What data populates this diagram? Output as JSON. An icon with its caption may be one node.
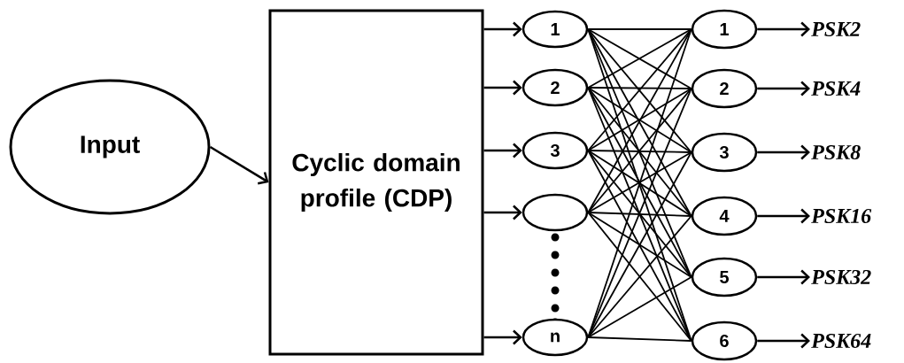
{
  "diagram": {
    "nodes": [
      {
        "text": [
          "Input"
        ]
      },
      {
        "text": [
          "Cyclic domain profile (CDP)"
        ]
      },
      {
        "text": [
          "1"
        ]
      },
      {
        "text": [
          "2"
        ]
      },
      {
        "text": [
          "3"
        ]
      },
      {
        "text": [],
        "shape": "circle"
      },
      {
        "text": [
          "n"
        ]
      },
      {
        "text": [
          "1"
        ]
      },
      {
        "text": [
          "2"
        ]
      },
      {
        "text": [
          "3"
        ]
      },
      {
        "text": [
          "4"
        ]
      },
      {
        "text": [
          "5"
        ]
      },
      {
        "text": [
          "6"
        ]
      },
      {
        "text": [
          "PSK2"
        ]
      },
      {
        "text": [
          "PSK4"
        ]
      },
      {
        "text": [
          "PSK8"
        ]
      },
      {
        "text": [
          "PSK16"
        ]
      },
      {
        "text": [
          "PSK32"
        ]
      },
      {
        "text": [
          "PSK64"
        ]
      }
    ],
    "edges": [
      {
        "from": 0,
        "to": 1,
        "arrow": "to"
      },
      {
        "from": 1,
        "to": 2,
        "arrow": "to"
      },
      {
        "from": 1,
        "to": 3,
        "arrow": "to"
      },
      {
        "from": 1,
        "to": 4,
        "arrow": "to"
      },
      {
        "from": 1,
        "to": 5,
        "arrow": "to"
      },
      {
        "from": 1,
        "to": 6,
        "arrow": "to"
      },
      {
        "from": 2,
        "to": 7,
        "arrow": "none"
      },
      {
        "from": 2,
        "to": 8,
        "arrow": "none"
      },
      {
        "from": 2,
        "to": 9,
        "arrow": "none"
      },
      {
        "from": 2,
        "to": 10,
        "arrow": "none"
      },
      {
        "from": 2,
        "to": 11,
        "arrow": "none"
      },
      {
        "from": 2,
        "to": 12,
        "arrow": "none"
      },
      {
        "from": 3,
        "to": 7,
        "arrow": "none"
      },
      {
        "from": 3,
        "to": 8,
        "arrow": "none"
      },
      {
        "from": 3,
        "to": 9,
        "arrow": "none"
      },
      {
        "from": 3,
        "to": 10,
        "arrow": "none"
      },
      {
        "from": 3,
        "to": 11,
        "arrow": "none"
      },
      {
        "from": 3,
        "to": 12,
        "arrow": "none"
      },
      {
        "from": 4,
        "to": 7,
        "arrow": "none"
      },
      {
        "from": 4,
        "to": 8,
        "arrow": "none"
      },
      {
        "from": 4,
        "to": 9,
        "arrow": "none"
      },
      {
        "from": 4,
        "to": 10,
        "arrow": "none"
      },
      {
        "from": 4,
        "to": 11,
        "arrow": "none"
      },
      {
        "from": 4,
        "to": 12,
        "arrow": "none"
      },
      {
        "from": 5,
        "to": 7,
        "arrow": "none"
      },
      {
        "from": 5,
        "to": 8,
        "arrow": "none"
      },
      {
        "from": 5,
        "to": 9,
        "arrow": "none"
      },
      {
        "from": 5,
        "to": 10,
        "arrow": "none"
      },
      {
        "from": 5,
        "to": 11,
        "arrow": "none"
      },
      {
        "from": 5,
        "to": 12,
        "arrow": "none"
      },
      {
        "from": 6,
        "to": 7,
        "arrow": "none"
      },
      {
        "from": 6,
        "to": 8,
        "arrow": "none"
      },
      {
        "from": 6,
        "to": 9,
        "arrow": "none"
      },
      {
        "from": 6,
        "to": 10,
        "arrow": "none"
      },
      {
        "from": 6,
        "to": 11,
        "arrow": "none"
      },
      {
        "from": 6,
        "to": 12,
        "arrow": "none"
      },
      {
        "from": 7,
        "to": 13,
        "arrow": "to"
      },
      {
        "from": 8,
        "to": 14,
        "arrow": "to"
      },
      {
        "from": 9,
        "to": 15,
        "arrow": "to"
      },
      {
        "from": 10,
        "to": 16,
        "arrow": "to"
      },
      {
        "from": 11,
        "to": 17,
        "arrow": "to"
      },
      {
        "from": 12,
        "to": 18,
        "arrow": "to"
      }
    ]
  }
}
